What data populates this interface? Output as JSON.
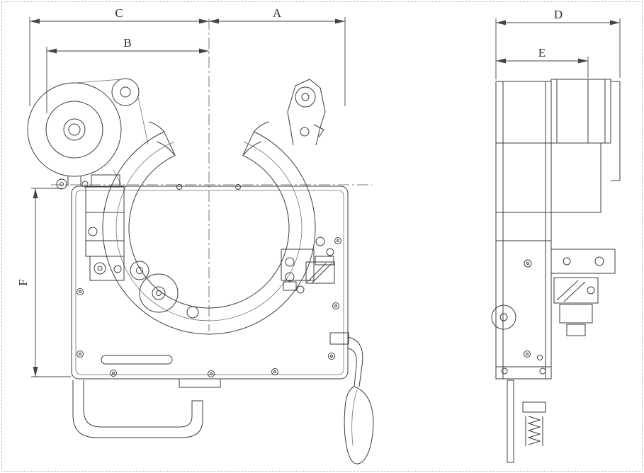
{
  "colors": {
    "line": "#3b3b3b",
    "centerline": "#555555",
    "dimension": "#444444",
    "border": "#9db3c6",
    "background": "#ffffff"
  },
  "dimension_labels": {
    "c": "C",
    "a": "A",
    "b": "B",
    "f": "F",
    "d": "D",
    "e": "E"
  }
}
